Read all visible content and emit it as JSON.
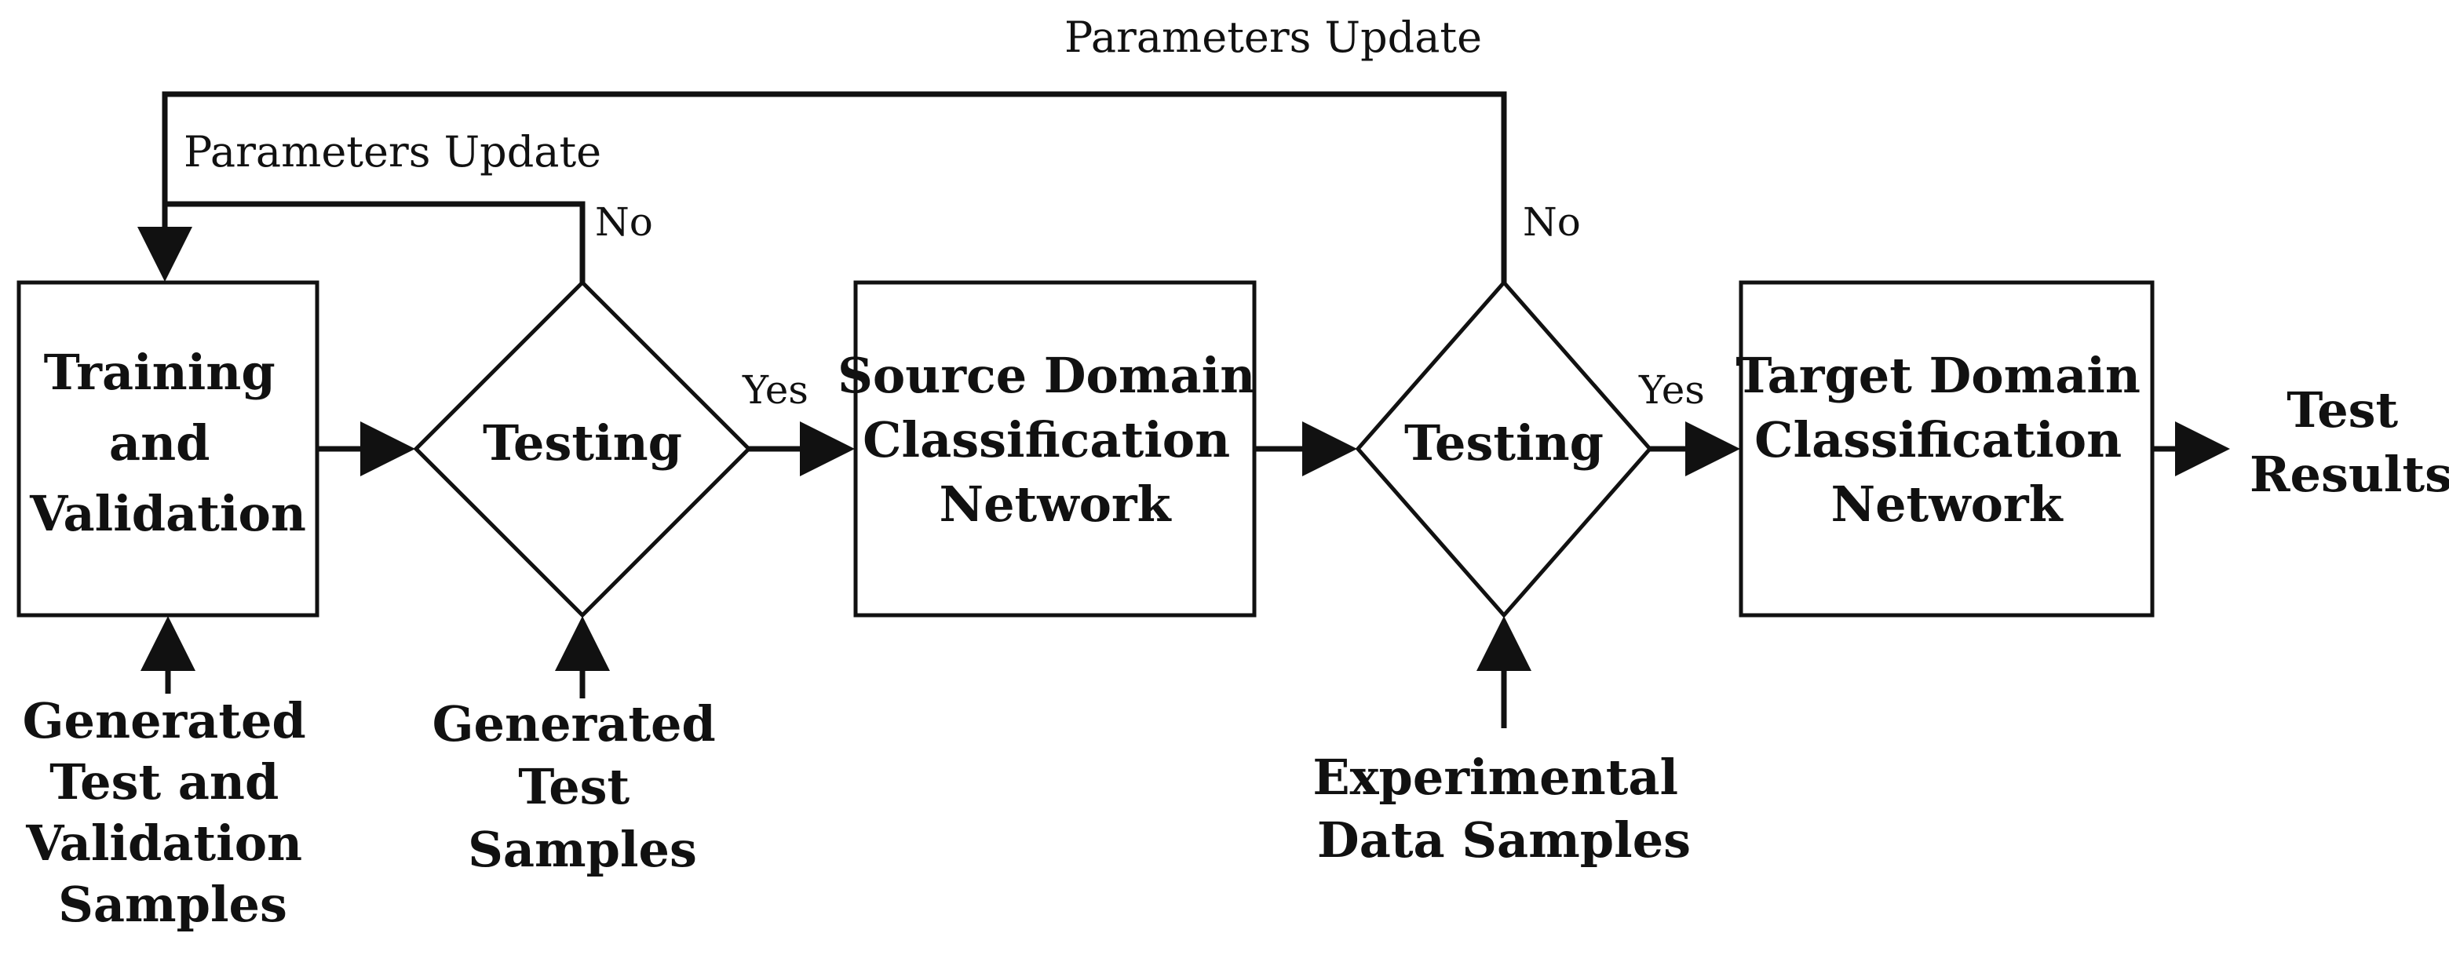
{
  "nodes": {
    "training": {
      "lines": [
        "Training",
        "and",
        "Validation"
      ]
    },
    "testing1": {
      "lines": [
        "Testing"
      ]
    },
    "source_network": {
      "lines": [
        "Source Domain",
        "Classification",
        "Network"
      ]
    },
    "testing2": {
      "lines": [
        "Testing"
      ]
    },
    "target_network": {
      "lines": [
        "Target Domain",
        "Classification",
        "Network"
      ]
    },
    "test_results": {
      "lines": [
        "Test",
        "Results"
      ]
    }
  },
  "inputs": {
    "generated_test_validation": {
      "lines": [
        "Generated",
        "Test and",
        "Validation",
        "Samples"
      ]
    },
    "generated_test_samples": {
      "lines": [
        "Generated",
        "Test",
        "Samples"
      ]
    },
    "experimental_data": {
      "lines": [
        "Experimental",
        "Data Samples"
      ]
    }
  },
  "edge_labels": {
    "yes_1": "Yes",
    "yes_2": "Yes",
    "no_1": "No",
    "no_2": "No",
    "inner_feedback": "Parameters Update",
    "outer_feedback": "Parameters Update"
  },
  "colors": {
    "stroke": "#111111",
    "background": "#ffffff"
  }
}
